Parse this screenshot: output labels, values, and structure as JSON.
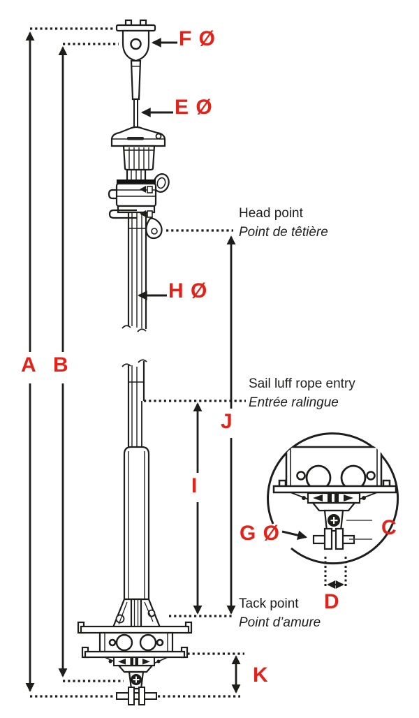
{
  "colors": {
    "label_red": "#e2231a",
    "line_black": "#1d1d1b",
    "background": "#ffffff"
  },
  "dimension_labels": {
    "A": "A",
    "B": "B",
    "C": "C",
    "D": "D",
    "E": "E Ø",
    "F": "F Ø",
    "G": "G Ø",
    "H": "H Ø",
    "I": "I",
    "J": "J",
    "K": "K"
  },
  "annotations": {
    "head_point": {
      "en": "Head point",
      "fr": "Point de têtière"
    },
    "sail_luff": {
      "en": "Sail luff rope entry",
      "fr": "Entrée ralingue"
    },
    "tack_point": {
      "en": "Tack point",
      "fr": "Point d’amure"
    }
  }
}
